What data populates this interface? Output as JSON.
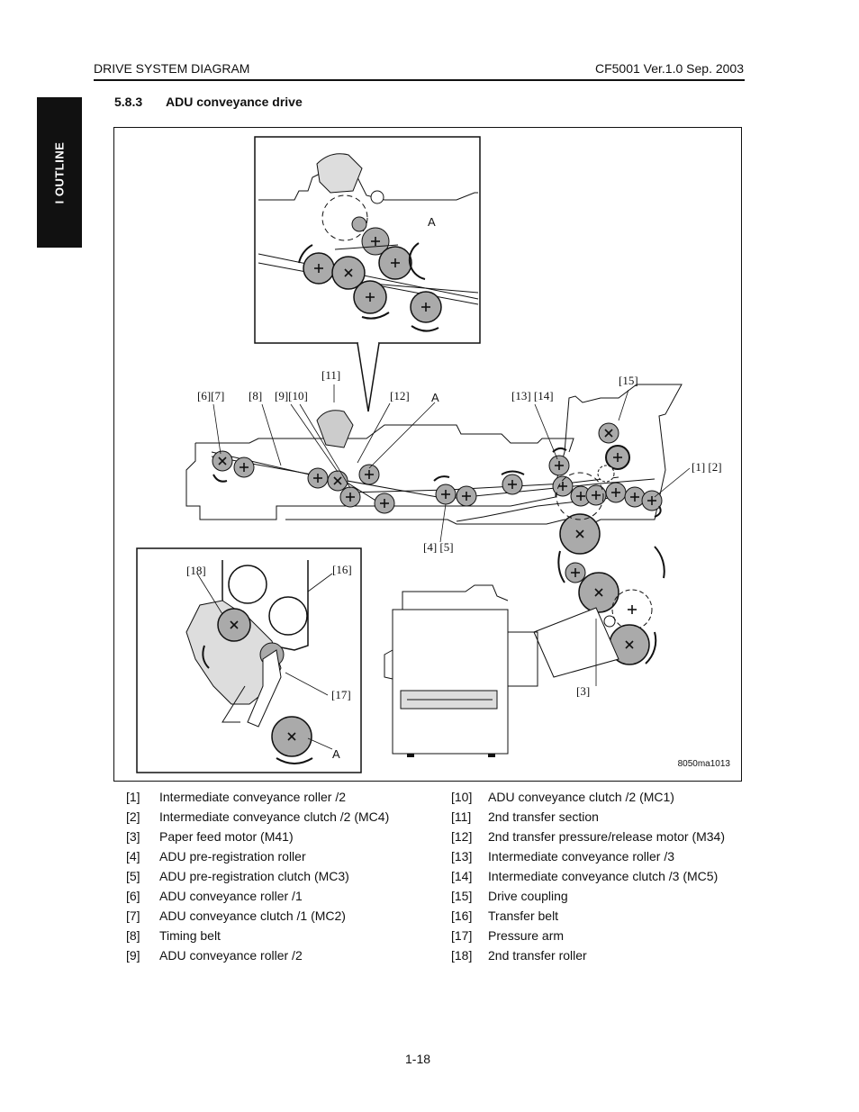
{
  "header": {
    "section_name": "DRIVE SYSTEM DIAGRAM",
    "doc_version": "CF5001 Ver.1.0 Sep. 2003"
  },
  "side_tab": {
    "label": "I  OUTLINE"
  },
  "section": {
    "number": "5.8.3",
    "title": "ADU conveyance drive"
  },
  "figure": {
    "code": "8050ma1013",
    "callouts": {
      "c11": "[11]",
      "c15": "[15]",
      "c67": "[6][7]",
      "c8": "[8]",
      "c910": "[9][10]",
      "c12": "[12]",
      "cA1": "A",
      "c1314": "[13] [14]",
      "c12b": "[1] [2]",
      "c45": "[4] [5]",
      "c18": "[18]",
      "c16": "[16]",
      "c17": "[17]",
      "cA2": "A",
      "c3": "[3]",
      "cA3": "A"
    }
  },
  "legend": {
    "left": [
      {
        "num": "[1]",
        "text": "Intermediate conveyance roller /2"
      },
      {
        "num": "[2]",
        "text": "Intermediate conveyance clutch /2 (MC4)"
      },
      {
        "num": "[3]",
        "text": "Paper feed motor (M41)"
      },
      {
        "num": "[4]",
        "text": "ADU pre-registration roller"
      },
      {
        "num": "[5]",
        "text": "ADU pre-registration clutch (MC3)"
      },
      {
        "num": "[6]",
        "text": "ADU conveyance roller /1"
      },
      {
        "num": "[7]",
        "text": "ADU conveyance clutch /1 (MC2)"
      },
      {
        "num": "[8]",
        "text": "Timing belt"
      },
      {
        "num": "[9]",
        "text": "ADU conveyance roller /2"
      }
    ],
    "right": [
      {
        "num": "[10]",
        "text": "ADU conveyance clutch /2 (MC1)"
      },
      {
        "num": "[11]",
        "text": "2nd transfer section"
      },
      {
        "num": "[12]",
        "text": "2nd transfer pressure/release motor (M34)"
      },
      {
        "num": "[13]",
        "text": "Intermediate conveyance roller /3"
      },
      {
        "num": "[14]",
        "text": "Intermediate conveyance clutch /3 (MC5)"
      },
      {
        "num": "[15]",
        "text": "Drive coupling"
      },
      {
        "num": "[16]",
        "text": "Transfer belt"
      },
      {
        "num": "[17]",
        "text": "Pressure arm"
      },
      {
        "num": "[18]",
        "text": "2nd transfer roller"
      }
    ]
  },
  "footer": {
    "page_number": "1-18"
  }
}
